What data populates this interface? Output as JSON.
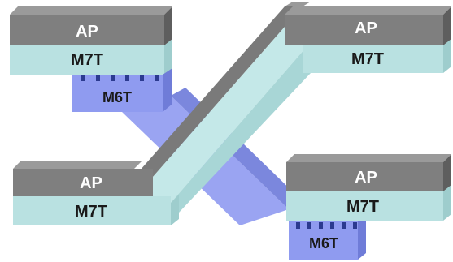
{
  "stack_top_left": {
    "ap_label": "AP",
    "m7t_label": "M7T"
  },
  "stack_top_right": {
    "ap_label": "AP",
    "m7t_label": "M7T"
  },
  "stack_bottom_left": {
    "ap_label": "AP",
    "m7t_label": "M7T"
  },
  "stack_bottom_right": {
    "ap_label": "AP",
    "m7t_label": "M7T"
  },
  "m6t_left": {
    "label": "M6T"
  },
  "m6t_right": {
    "label": "M6T"
  },
  "colors": {
    "ap_front": "#7f7f7f",
    "ap_top": "#9a9a9a",
    "ap_side": "#5e5e5e",
    "m7t_front": "#b9e1e1",
    "m7t_top": "#d6efef",
    "m7t_side": "#9ecdcd",
    "m6t_front": "#8f9bf0",
    "m6t_side": "#6f7cd8",
    "m6t_top": "#aab4f6",
    "via": "#2b3a8f",
    "label_light": "#ffffff",
    "label_dark": "#1a1a1a"
  }
}
